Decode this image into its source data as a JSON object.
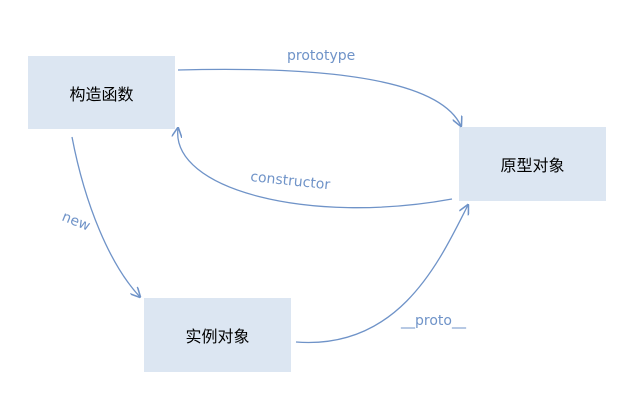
{
  "nodes": {
    "constructor_box": "构造函数",
    "prototype_box": "原型对象",
    "instance_box": "实例对象"
  },
  "edges": {
    "prototype": "prototype",
    "constructor": "constructor",
    "new": "new",
    "proto": "__proto__"
  },
  "colors": {
    "box_fill": "#dce6f2",
    "arrow": "#6f93c8",
    "label": "#6f93c8"
  }
}
